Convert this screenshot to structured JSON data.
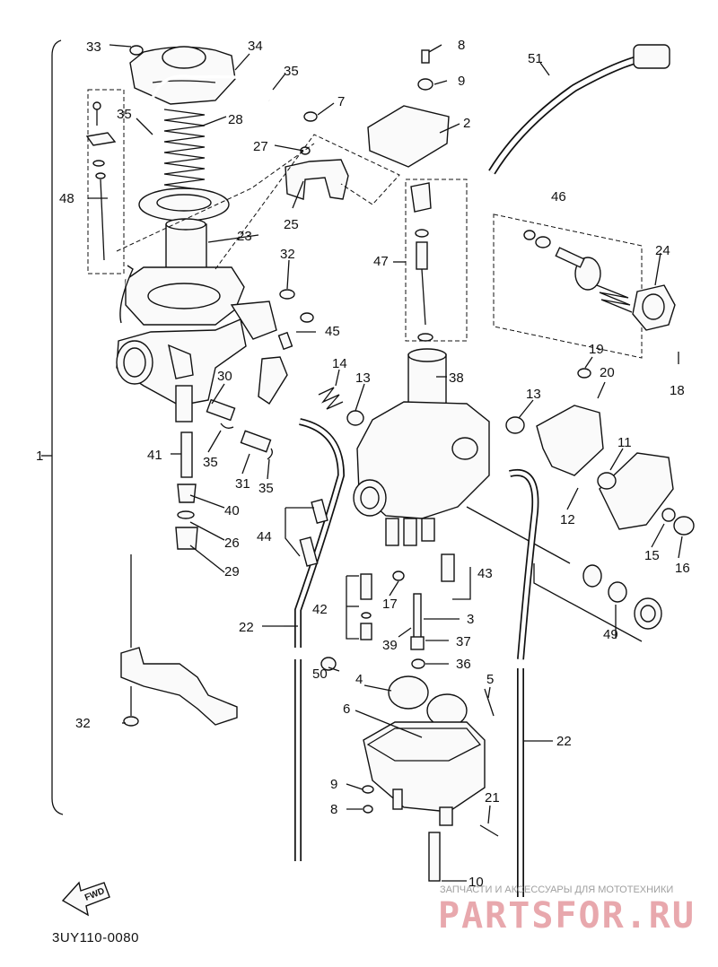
{
  "diagram": {
    "code": "3UY110-0080",
    "direction_label": "FWD",
    "watermark": {
      "tagline": "ЗАПЧАСТИ И АКСЕССУАРЫ ДЛЯ МОТОТЕХНИКИ",
      "brand": "PARTSFOR.RU"
    },
    "callouts": [
      {
        "id": "n1",
        "text": "1"
      },
      {
        "id": "n2",
        "text": "2"
      },
      {
        "id": "n3",
        "text": "3"
      },
      {
        "id": "n4",
        "text": "4"
      },
      {
        "id": "n5",
        "text": "5"
      },
      {
        "id": "n6",
        "text": "6"
      },
      {
        "id": "n7",
        "text": "7"
      },
      {
        "id": "n8a",
        "text": "8"
      },
      {
        "id": "n8b",
        "text": "8"
      },
      {
        "id": "n9a",
        "text": "9"
      },
      {
        "id": "n9b",
        "text": "9"
      },
      {
        "id": "n10",
        "text": "10"
      },
      {
        "id": "n11",
        "text": "11"
      },
      {
        "id": "n12",
        "text": "12"
      },
      {
        "id": "n13a",
        "text": "13"
      },
      {
        "id": "n13b",
        "text": "13"
      },
      {
        "id": "n14",
        "text": "14"
      },
      {
        "id": "n15",
        "text": "15"
      },
      {
        "id": "n16",
        "text": "16"
      },
      {
        "id": "n17",
        "text": "17"
      },
      {
        "id": "n18",
        "text": "18"
      },
      {
        "id": "n19",
        "text": "19"
      },
      {
        "id": "n20",
        "text": "20"
      },
      {
        "id": "n21",
        "text": "21"
      },
      {
        "id": "n22a",
        "text": "22"
      },
      {
        "id": "n22b",
        "text": "22"
      },
      {
        "id": "n23",
        "text": "23"
      },
      {
        "id": "n24",
        "text": "24"
      },
      {
        "id": "n25",
        "text": "25"
      },
      {
        "id": "n26",
        "text": "26"
      },
      {
        "id": "n27",
        "text": "27"
      },
      {
        "id": "n28",
        "text": "28"
      },
      {
        "id": "n29",
        "text": "29"
      },
      {
        "id": "n30",
        "text": "30"
      },
      {
        "id": "n31",
        "text": "31"
      },
      {
        "id": "n32a",
        "text": "32"
      },
      {
        "id": "n32b",
        "text": "32"
      },
      {
        "id": "n33",
        "text": "33"
      },
      {
        "id": "n34",
        "text": "34"
      },
      {
        "id": "n35a",
        "text": "35"
      },
      {
        "id": "n35b",
        "text": "35"
      },
      {
        "id": "n35c",
        "text": "35"
      },
      {
        "id": "n35d",
        "text": "35"
      },
      {
        "id": "n36",
        "text": "36"
      },
      {
        "id": "n37",
        "text": "37"
      },
      {
        "id": "n38",
        "text": "38"
      },
      {
        "id": "n39",
        "text": "39"
      },
      {
        "id": "n40",
        "text": "40"
      },
      {
        "id": "n41",
        "text": "41"
      },
      {
        "id": "n42",
        "text": "42"
      },
      {
        "id": "n43",
        "text": "43"
      },
      {
        "id": "n44",
        "text": "44"
      },
      {
        "id": "n45",
        "text": "45"
      },
      {
        "id": "n46",
        "text": "46"
      },
      {
        "id": "n47",
        "text": "47"
      },
      {
        "id": "n48",
        "text": "48"
      },
      {
        "id": "n49",
        "text": "49"
      },
      {
        "id": "n50",
        "text": "50"
      },
      {
        "id": "n51",
        "text": "51"
      }
    ]
  }
}
